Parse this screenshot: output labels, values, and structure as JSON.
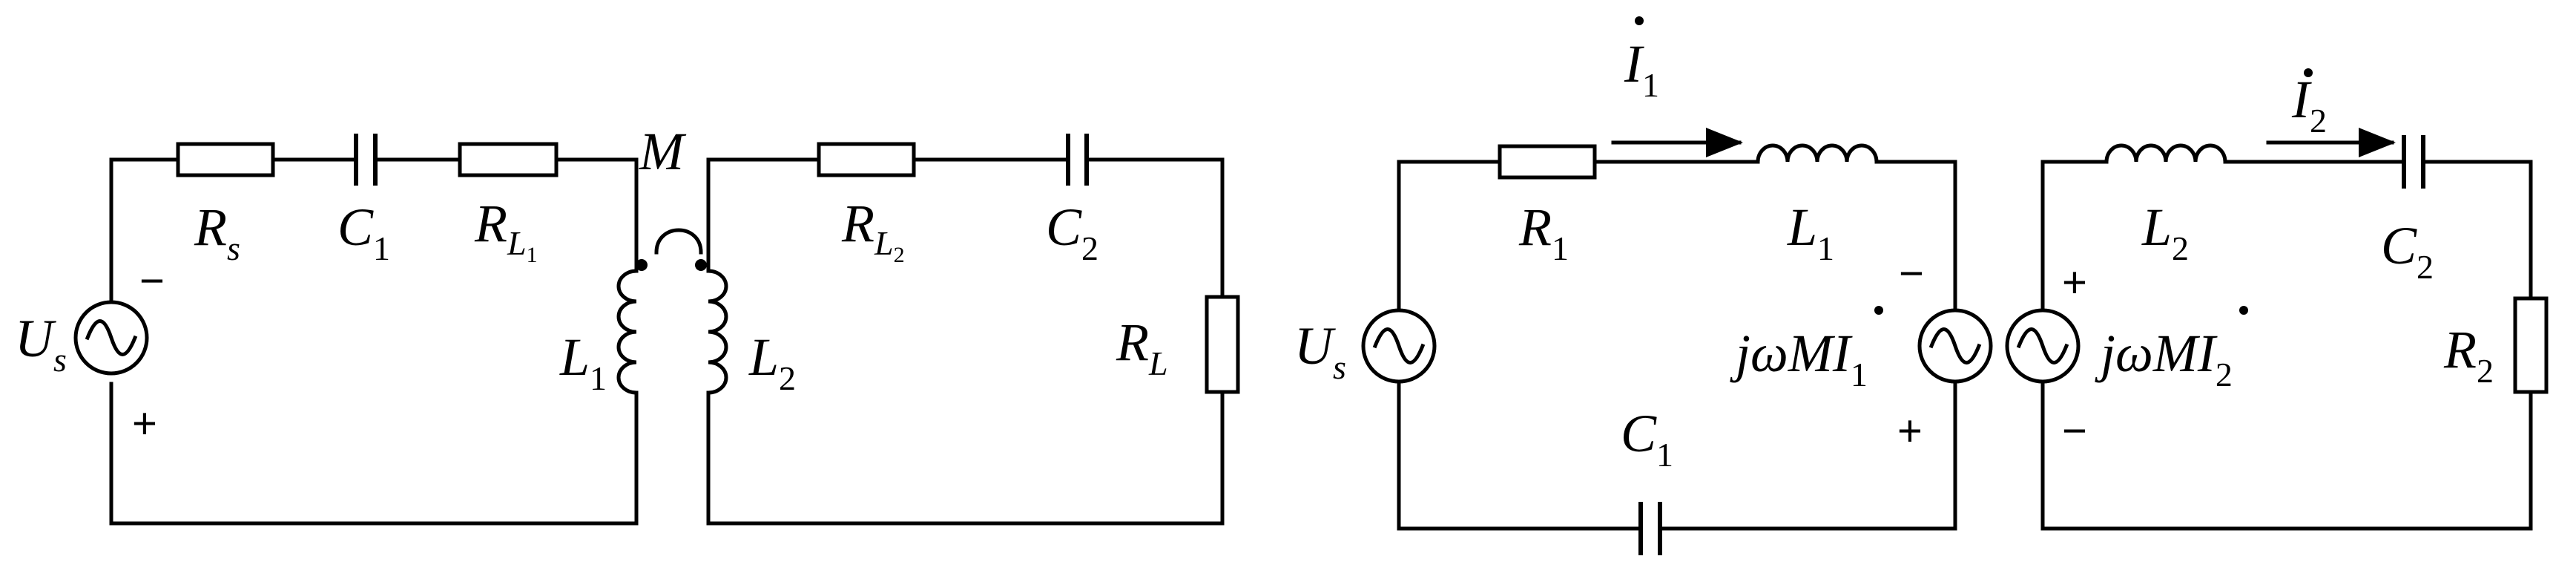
{
  "left_circuit": {
    "source": {
      "base": "U",
      "sub": "s"
    },
    "source_top_sign": "−",
    "source_bottom_sign": "+",
    "rs": {
      "base": "R",
      "sub": "s"
    },
    "c1": {
      "base": "C",
      "sub": "1"
    },
    "rl1": {
      "base": "R",
      "sub": "L",
      "subsub": "1"
    },
    "l1": {
      "base": "L",
      "sub": "1"
    },
    "mutual": "M",
    "l2": {
      "base": "L",
      "sub": "2"
    },
    "rl2": {
      "base": "R",
      "sub": "L",
      "subsub": "2"
    },
    "c2": {
      "base": "C",
      "sub": "2"
    },
    "rl": {
      "base": "R",
      "sub": "L"
    }
  },
  "right_circuit": {
    "i1": {
      "base": "I",
      "sub": "1"
    },
    "r1": {
      "base": "R",
      "sub": "1"
    },
    "l1": {
      "base": "L",
      "sub": "1"
    },
    "source": {
      "base": "U",
      "sub": "s"
    },
    "emf1": {
      "prefix": "jωM",
      "base": "I",
      "sub": "1"
    },
    "emf1_top_sign": "−",
    "emf1_bottom_sign": "+",
    "c1": {
      "base": "C",
      "sub": "1"
    },
    "i2": {
      "base": "I",
      "sub": "2"
    },
    "l2": {
      "base": "L",
      "sub": "2"
    },
    "c2": {
      "base": "C",
      "sub": "2"
    },
    "emf2": {
      "prefix": "jωM",
      "base": "I",
      "sub": "2"
    },
    "emf2_top_sign": "+",
    "emf2_bottom_sign": "−",
    "r2": {
      "base": "R",
      "sub": "2"
    }
  }
}
